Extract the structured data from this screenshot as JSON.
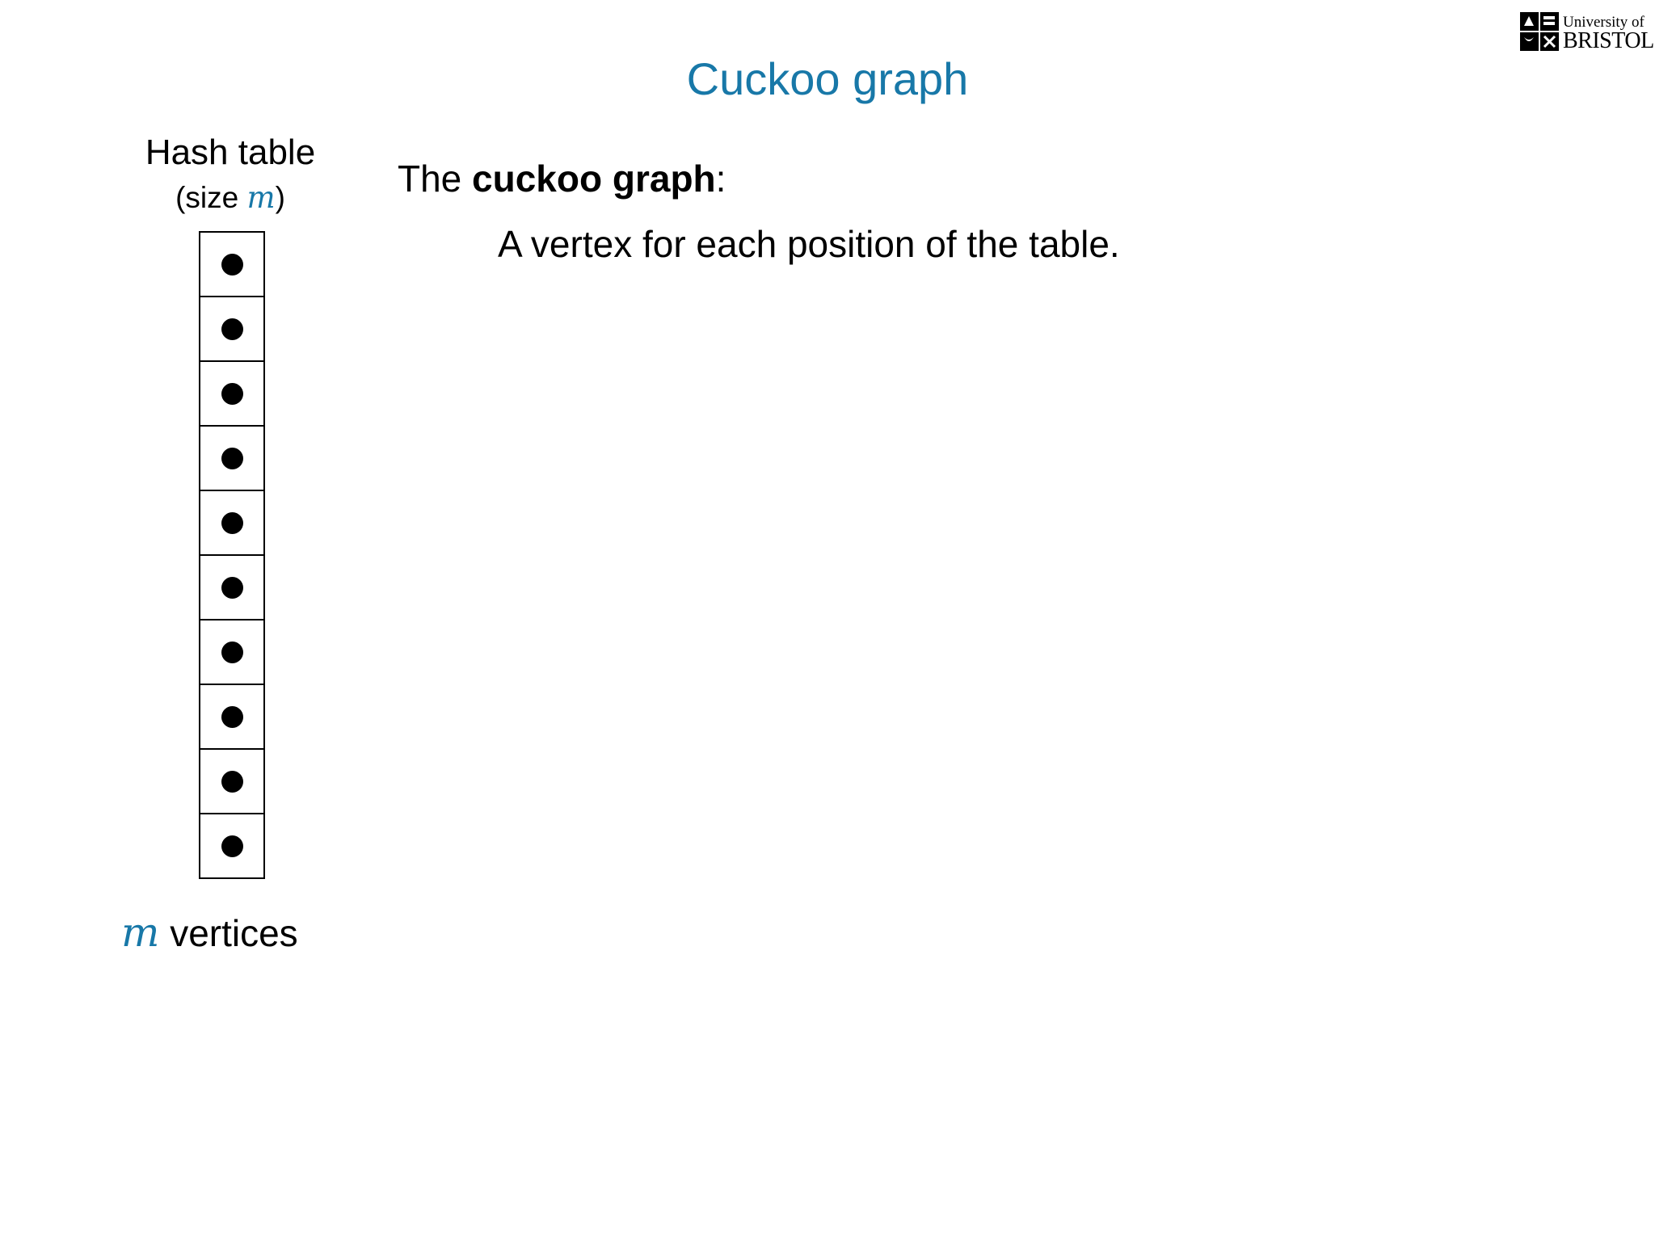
{
  "slide": {
    "title": "Cuckoo graph"
  },
  "logo": {
    "line1": "University of",
    "line2": "BRISTOL"
  },
  "hash_table": {
    "heading": "Hash table",
    "size_prefix": "(size ",
    "size_var": "m",
    "size_suffix": ")",
    "cell_count": 10,
    "vertices_var": "m",
    "vertices_text": " vertices"
  },
  "content": {
    "definition_prefix": "The ",
    "definition_bold": "cuckoo graph",
    "definition_suffix": ":",
    "bullet": "A vertex for each position of the table."
  },
  "colors": {
    "accent": "#1878a8",
    "text": "#000000",
    "background": "#ffffff"
  }
}
